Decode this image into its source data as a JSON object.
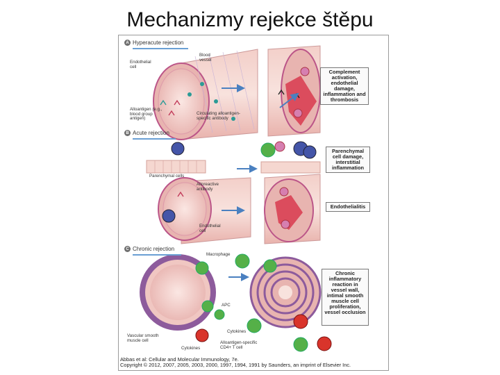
{
  "slide": {
    "title": "Mechanizmy rejekce štěpu"
  },
  "figure": {
    "sections": [
      {
        "letter": "A",
        "title": "Hyperacute rejection"
      },
      {
        "letter": "B",
        "title": "Acute rejection"
      },
      {
        "letter": "C",
        "title": "Chronic rejection"
      }
    ],
    "labels": {
      "endothelial_cell": "Endothelial cell",
      "blood_vessel": "Blood vessel",
      "alloantigen": "Alloantigen (e.g., blood group antigen)",
      "circulating_antibody": "Circulating alloantigen-specific antibody",
      "parenchymal_cells": "Parenchymal cells",
      "alloreactive_antibody": "Alloreactive antibody",
      "endothelial_cell_b": "Endothelial cell",
      "macrophage": "Macrophage",
      "apc": "APC",
      "cytokines": "Cytokines",
      "cytokines_2": "Cytokines",
      "vascular_smooth_muscle": "Vascular smooth muscle cell",
      "cd4_t_cell": "Alloantigen-specific CD4+ T cell"
    },
    "outcomes": {
      "hyperacute": "Complement activation, endothelial damage, inflammation and thrombosis",
      "parenchymal": "Parenchymal cell damage, interstitial inflammation",
      "endothelialitis": "Endothelialitis",
      "chronic": "Chronic inflammatory reaction in vessel wall, intimal smooth muscle cell proliferation, vessel occlusion"
    },
    "credit": {
      "line1": "Abbas et al: Cellular and Molecular Immunology, 7e.",
      "line2": "Copyright © 2012, 2007, 2005, 2003, 2000, 1997, 1994, 1991 by Saunders, an imprint of Elsevier Inc."
    }
  }
}
